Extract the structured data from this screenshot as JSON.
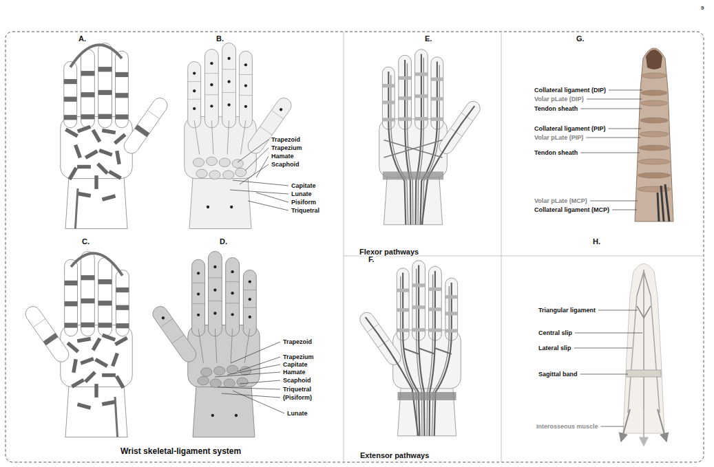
{
  "diagram": {
    "labels": [
      "9",
      "A.",
      "B.",
      "E.",
      "G.",
      "Trapezoid",
      "Trapezium",
      "Hamate",
      "Scaphoid",
      "Capitate",
      "Lunate",
      "Pisiform",
      "Triquetral",
      "Collateral ligament (DIP)",
      "Volar pLate (DIP)",
      "Tendon sheath",
      "Collateral ligament (PIP)",
      "Volar pLate (PIP)",
      "Tendon sheath",
      "Volar pLate (MCP)",
      "Collateral ligament (MCP)",
      "Flexor pathways",
      "C.",
      "D.",
      "F.",
      "H.",
      "Trapezoid",
      "Trapezium",
      "Capitate",
      "Hamate",
      "Scaphoid",
      "Triquetral",
      "(Pisiform)",
      "Lunate",
      "Triangular ligament",
      "Central slip",
      "Lateral slip",
      "Sagittal band",
      "Interosseous muscle",
      "Wrist skeletal-ligament system",
      "Extensor pathways"
    ]
  }
}
